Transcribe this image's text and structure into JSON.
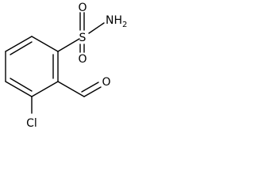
{
  "molecule": {
    "atoms": {
      "sulfonyl_o_top": "O",
      "sulfonyl_o_bottom": "O",
      "sulfonamide_n": "NH",
      "sulfonamide_h_count": "2",
      "sulfur": "S",
      "aldehyde_o": "O",
      "chlorine": "Cl"
    },
    "colors": {
      "bond": "#000000",
      "label": "#000000",
      "background": "#ffffff"
    }
  }
}
